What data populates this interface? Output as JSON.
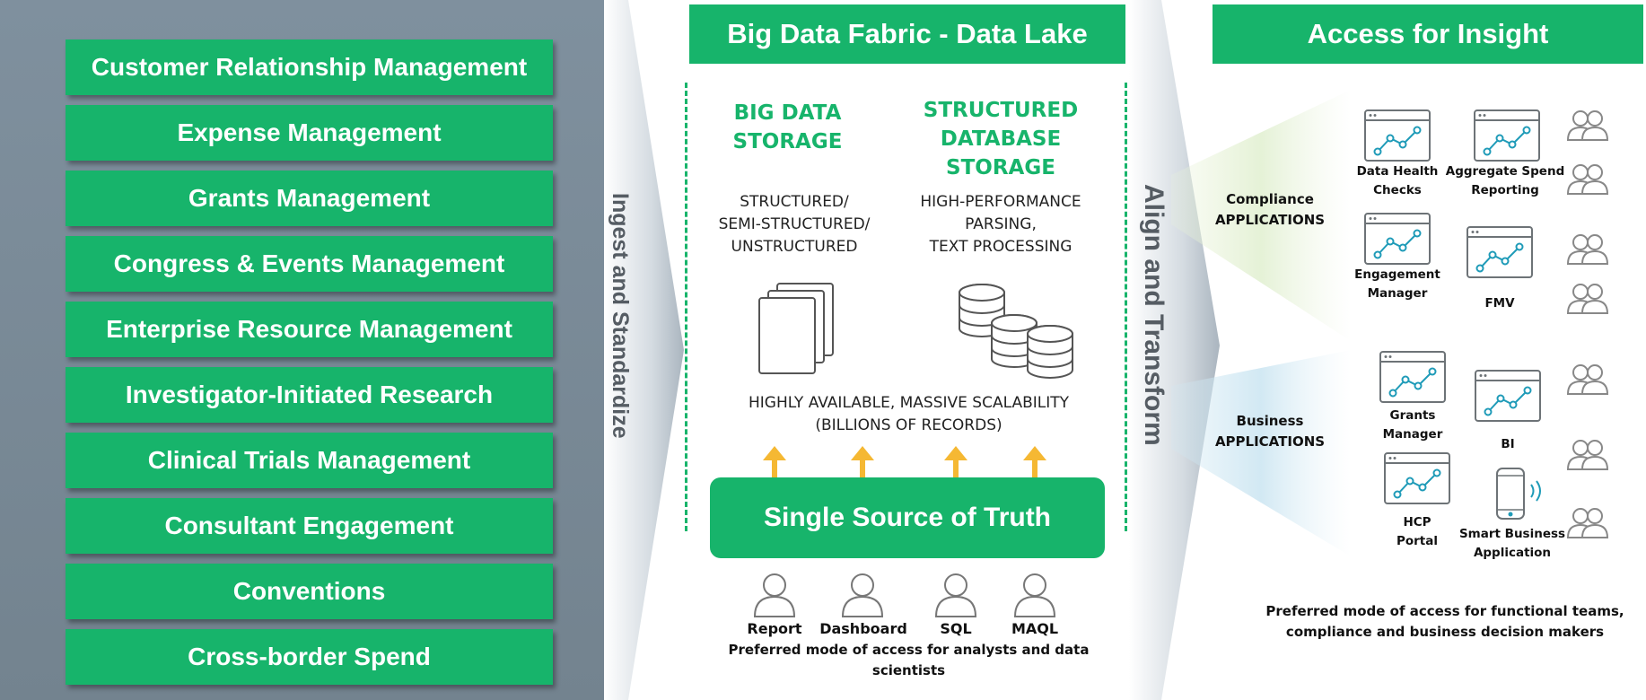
{
  "source_systems": [
    "Customer Relationship Management",
    "Expense Management",
    "Grants Management",
    "Congress & Events Management",
    "Enterprise Resource Management",
    "Investigator-Initiated Research",
    "Clinical Trials Management",
    "Consultant Engagement",
    "Conventions",
    "Cross-border Spend"
  ],
  "ingest_label": "Ingest and Standardize",
  "align_label": "Align and Transform",
  "center": {
    "title": "Big Data Fabric - Data Lake",
    "big_data_title_1": "BIG DATA",
    "big_data_title_2": "STORAGE",
    "big_data_desc_1": "STRUCTURED/",
    "big_data_desc_2": "SEMI-STRUCTURED/",
    "big_data_desc_3": "UNSTRUCTURED",
    "structured_title_1": "STRUCTURED",
    "structured_title_2": "DATABASE",
    "structured_title_3": "STORAGE",
    "structured_desc_1": "HIGH-PERFORMANCE",
    "structured_desc_2": "PARSING,",
    "structured_desc_3": "TEXT PROCESSING",
    "scalability_1": "HIGHLY AVAILABLE, MASSIVE SCALABILITY",
    "scalability_2": "(BILLIONS OF RECORDS)",
    "sst": "Single Source of Truth",
    "users": [
      "Report",
      "Dashboard",
      "SQL",
      "MAQL"
    ],
    "note_1": "Preferred mode of access for analysts and data",
    "note_2": "scientists"
  },
  "right": {
    "title": "Access for Insight",
    "compliance_1": "Compliance",
    "compliance_2": "APPLICATIONS",
    "business_1": "Business",
    "business_2": "APPLICATIONS",
    "apps": {
      "data_health_1": "Data Health",
      "data_health_2": "Checks",
      "aggregate_1": "Aggregate Spend",
      "aggregate_2": "Reporting",
      "engagement_1": "Engagement",
      "engagement_2": "Manager",
      "fmv": "FMV",
      "grants_1": "Grants",
      "grants_2": "Manager",
      "bi": "BI",
      "hcp_1": "HCP",
      "hcp_2": "Portal",
      "smart_1": "Smart Business",
      "smart_2": "Application"
    },
    "note_1": "Preferred mode of access for functional teams,",
    "note_2": "compliance and business decision makers"
  },
  "colors": {
    "green": "#17b46b",
    "panel_gray": "#7f909e",
    "arrow_yellow": "#f5b833",
    "icon_gray": "#6d7377",
    "dashboard_teal": "#1f9bb8"
  }
}
